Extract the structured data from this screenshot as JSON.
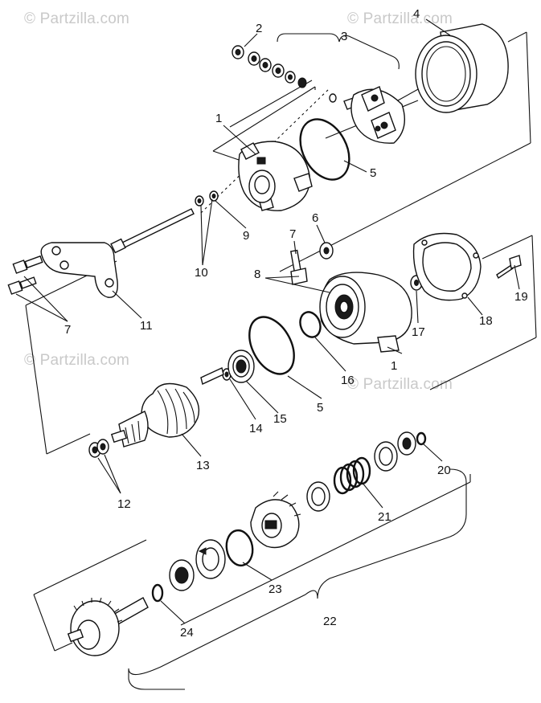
{
  "diagram": {
    "watermarks": [
      "© Partzilla.com",
      "© Partzilla.com",
      "© Partzilla.com",
      "© Partzilla.com"
    ],
    "callouts": [
      {
        "id": "c1a",
        "text": "1"
      },
      {
        "id": "c1b",
        "text": "1"
      },
      {
        "id": "c2",
        "text": "2"
      },
      {
        "id": "c3",
        "text": "3"
      },
      {
        "id": "c4",
        "text": "4"
      },
      {
        "id": "c5a",
        "text": "5"
      },
      {
        "id": "c5b",
        "text": "5"
      },
      {
        "id": "c6",
        "text": "6"
      },
      {
        "id": "c7a",
        "text": "7"
      },
      {
        "id": "c7b",
        "text": "7"
      },
      {
        "id": "c8",
        "text": "8"
      },
      {
        "id": "c9",
        "text": "9"
      },
      {
        "id": "c10",
        "text": "10"
      },
      {
        "id": "c11",
        "text": "11"
      },
      {
        "id": "c12",
        "text": "12"
      },
      {
        "id": "c13",
        "text": "13"
      },
      {
        "id": "c14",
        "text": "14"
      },
      {
        "id": "c15",
        "text": "15"
      },
      {
        "id": "c16",
        "text": "16"
      },
      {
        "id": "c17",
        "text": "17"
      },
      {
        "id": "c18",
        "text": "18"
      },
      {
        "id": "c19",
        "text": "19"
      },
      {
        "id": "c20",
        "text": "20"
      },
      {
        "id": "c21",
        "text": "21"
      },
      {
        "id": "c22",
        "text": "22"
      },
      {
        "id": "c23",
        "text": "23"
      },
      {
        "id": "c24",
        "text": "24"
      }
    ]
  }
}
